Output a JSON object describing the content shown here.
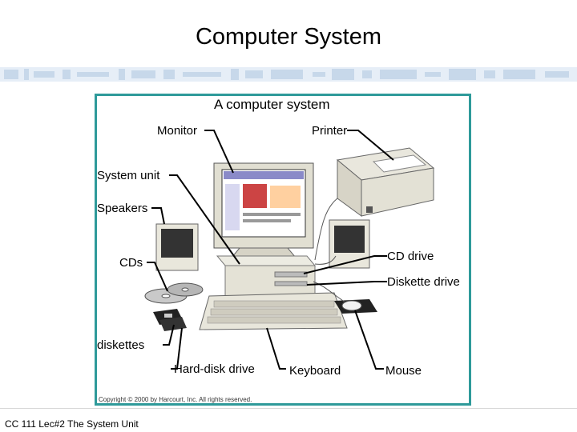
{
  "slide": {
    "title": "Computer System",
    "footer": "CC 111 Lec#2 The System Unit"
  },
  "figure": {
    "heading": "A computer system",
    "labels": {
      "monitor": "Monitor",
      "printer": "Printer",
      "system_unit": "System unit",
      "speakers": "Speakers",
      "cds": "CDs",
      "cd_drive": "CD drive",
      "diskette_drive": "Diskette drive",
      "diskettes": "diskettes",
      "hard_disk_drive": "Hard-disk drive",
      "keyboard": "Keyboard",
      "mouse": "Mouse"
    },
    "copyright": "Copyright © 2000 by Harcourt, Inc. All rights reserved.",
    "colors": {
      "border": "#2e9a9a",
      "band": "#c9d9ea"
    }
  }
}
